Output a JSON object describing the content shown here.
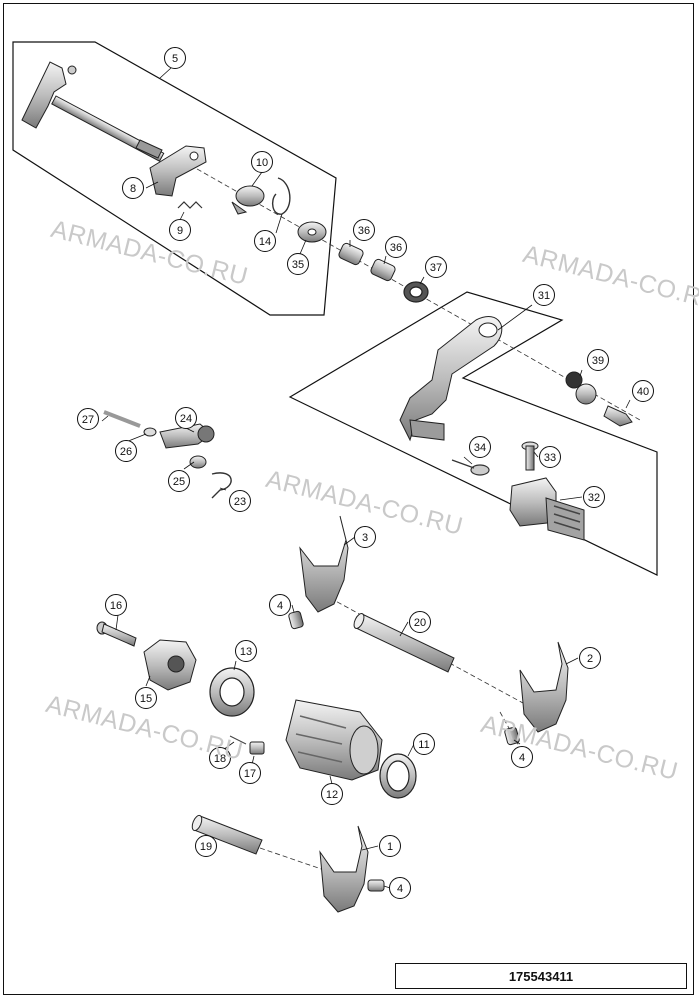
{
  "watermarks": [
    "ARMADA-CO.RU",
    "ARMADA-CO.RU",
    "ARMADA-CO.RU",
    "ARMADA-CO.RU",
    "ARMADA-CO.RU"
  ],
  "document_number": "175543411",
  "callouts": [
    "1",
    "2",
    "3",
    "4",
    "4",
    "4",
    "5",
    "8",
    "9",
    "10",
    "11",
    "12",
    "13",
    "14",
    "15",
    "16",
    "17",
    "18",
    "19",
    "20",
    "23",
    "24",
    "25",
    "26",
    "27",
    "31",
    "32",
    "33",
    "34",
    "35",
    "36",
    "36",
    "37",
    "39",
    "40"
  ]
}
